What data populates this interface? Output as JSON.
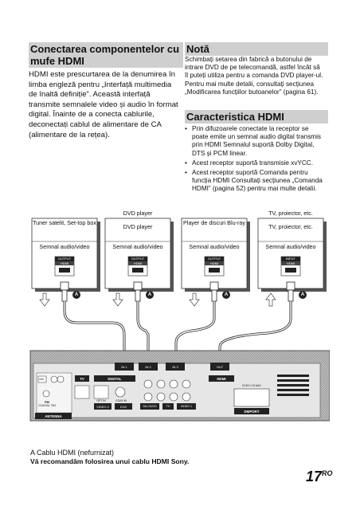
{
  "left": {
    "heading": "Conectarea componentelor cu mufe HDMI",
    "body": "HDMI este prescurtarea de la denumirea în limba engleză pentru „Interfață multimedia de înaltă definiție”. Această interfață transmite semnalele video și audio în format digital. Înainte de a conecta cablurile, deconectați cablul de alimentare de CA (alimentare de la rețea)."
  },
  "note": {
    "heading": "Notă",
    "body": "Schimbați setarea din fabrică a butonului de intrare DVD de pe telecomandă, astfel încât să îl puteți utiliza pentru a comanda DVD player-ul. Pentru mai multe detalii, consultați secțiunea „Modificarea funcțiilor butoanelor” (pagina 61)."
  },
  "feature": {
    "heading": "Caracteristica HDMI",
    "items": [
      {
        "bullet": "•",
        "text": "Prin difuzoarele conectate la receptor se poate emite un semnal audio digital transmis prin HDMI Semnalul suportă Dolby Digital, DTS și PCM linear."
      },
      {
        "bullet": "•",
        "text": "Acest receptor suportă transmisie xvYCC."
      },
      {
        "bullet": "•",
        "text": "Acest receptor suportă Comanda pentru funcția HDMI Consultați secțiunea „Comanda HDMI” (pagina 52) pentru mai multe detalii."
      }
    ]
  },
  "diagram": {
    "devices": [
      {
        "name": "Tuner satelit, Set-top box",
        "signal": "Semnal audio/video",
        "port_top": "OUTPUT",
        "port_bottom": "HDMI"
      },
      {
        "name": "DVD player",
        "signal": "Semnal audio/video",
        "port_top": "OUTPUT",
        "port_bottom": "HDMI",
        "top_label": "DVD player"
      },
      {
        "name": "Player de discuri Blu-ray",
        "signal": "Semnal audio/video",
        "port_top": "OUTPUT",
        "port_bottom": "HDMI"
      },
      {
        "name": "TV, proiector, etc.",
        "signal": "Semnal audio/video",
        "port_top": "INPUT",
        "port_bottom": "HDMI",
        "top_label": "TV, proiector, etc."
      }
    ],
    "cable_marker": "A",
    "receiver_labels": {
      "antenna": "ANTENNA",
      "fm": "FM",
      "coaxial": "COAXIAL 75Ω",
      "tv": "TV",
      "digital": "DIGITAL",
      "opt_in": "OPT IN",
      "coax_in": "COAX IN",
      "video2": "VIDEO 2",
      "dvd": "DVD",
      "sacd": "SA-CD/CD",
      "tv_small": "TV",
      "video1": "VIDEO 1",
      "hdmi": "HDMI",
      "dmport": "DMPORT",
      "dc_out": "DC5V 0.7A MAX",
      "in1": "IN 1",
      "in2": "IN 2",
      "in3": "IN 3",
      "out": "OUT",
      "am": "AM"
    }
  },
  "footer": {
    "cable_a": "A Cablu HDMI (nefurnizat)",
    "recommend": "Vă recomandăm folosirea unui cablu HDMI Sony.",
    "page": "17",
    "page_suffix": "RO"
  }
}
